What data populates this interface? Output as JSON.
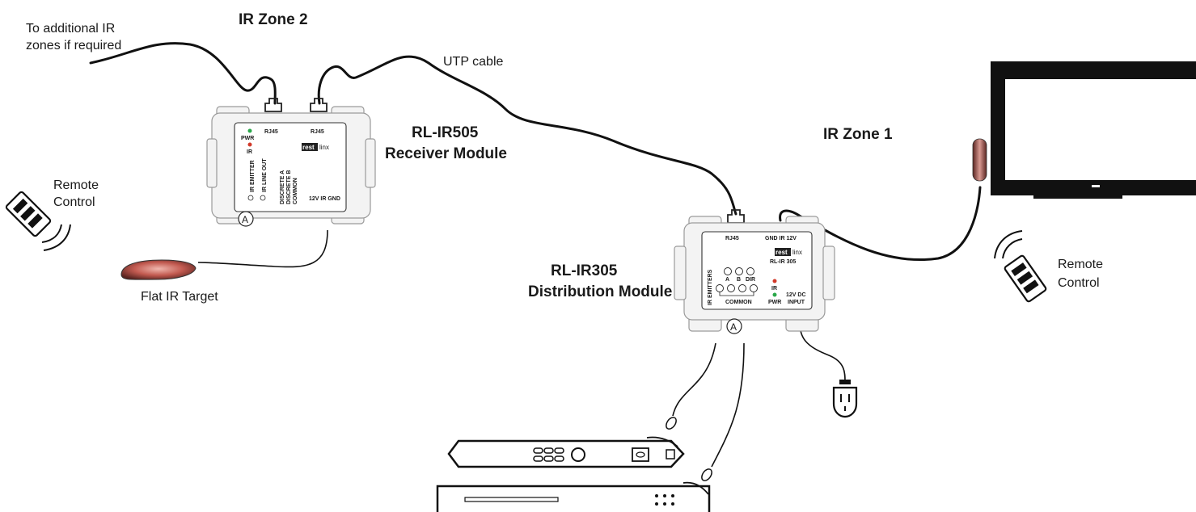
{
  "labels": {
    "additional_zones_line1": "To additional IR",
    "additional_zones_line2": "zones if required",
    "zone2": "IR Zone 2",
    "utp_cable": "UTP cable",
    "zone1": "IR Zone 1",
    "receiver_model": "RL-IR505",
    "receiver_name": "Receiver Module",
    "distribution_model": "RL-IR305",
    "distribution_name": "Distribution Module",
    "remote_left_line1": "Remote",
    "remote_left_line2": "Control",
    "remote_right_line1": "Remote",
    "remote_right_line2": "Control",
    "flat_ir_target": "Flat IR Target"
  },
  "receiver": {
    "rj45_left": "RJ45",
    "rj45_right": "RJ45",
    "pwr": "PWR",
    "ir": "IR",
    "brand_a": "rest",
    "brand_b": "linx",
    "ir_emitter": "IR EMITTER",
    "ir_line_out": "IR LINE OUT",
    "discrete_a": "DISCRETE A",
    "discrete_b": "DISCRETE B",
    "common": "COMMON",
    "power_terminals": "12V  IR  GND",
    "marker": "A"
  },
  "distribution": {
    "rj45": "RJ45",
    "terminals": "GND  IR  12V",
    "brand_a": "rest",
    "brand_b": "linx",
    "model": "RL-IR 305",
    "a": "A",
    "b": "B",
    "dir": "DIR",
    "ir": "IR",
    "pwr": "PWR",
    "dc_line1": "12V DC",
    "dc_line2": "INPUT",
    "ir_emitters": "IR EMITTERS",
    "common": "COMMON",
    "marker": "A"
  },
  "colors": {
    "led_green": "#2aa84a",
    "led_red": "#d23a2a",
    "ir_target": "#b5483f",
    "module_body": "#f3f3f3"
  },
  "icons": [
    "remote-control-icon",
    "ir-signal-icon",
    "tv-icon",
    "dvd-player-icon",
    "power-plug-icon",
    "rj45-jack-icon",
    "ir-emitter-icon"
  ]
}
